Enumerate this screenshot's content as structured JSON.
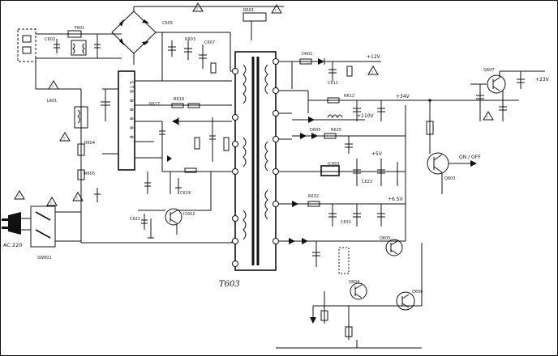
{
  "transformer": {
    "label": "T603"
  },
  "mains": {
    "label": "AC 220"
  },
  "rails": {
    "top_right": "+23V",
    "upper": "+12V",
    "middle": "+34V",
    "mid_low": "+110V",
    "off": "ON / OFF",
    "plus5": "+5V",
    "plus6": "+6.5V"
  }
}
